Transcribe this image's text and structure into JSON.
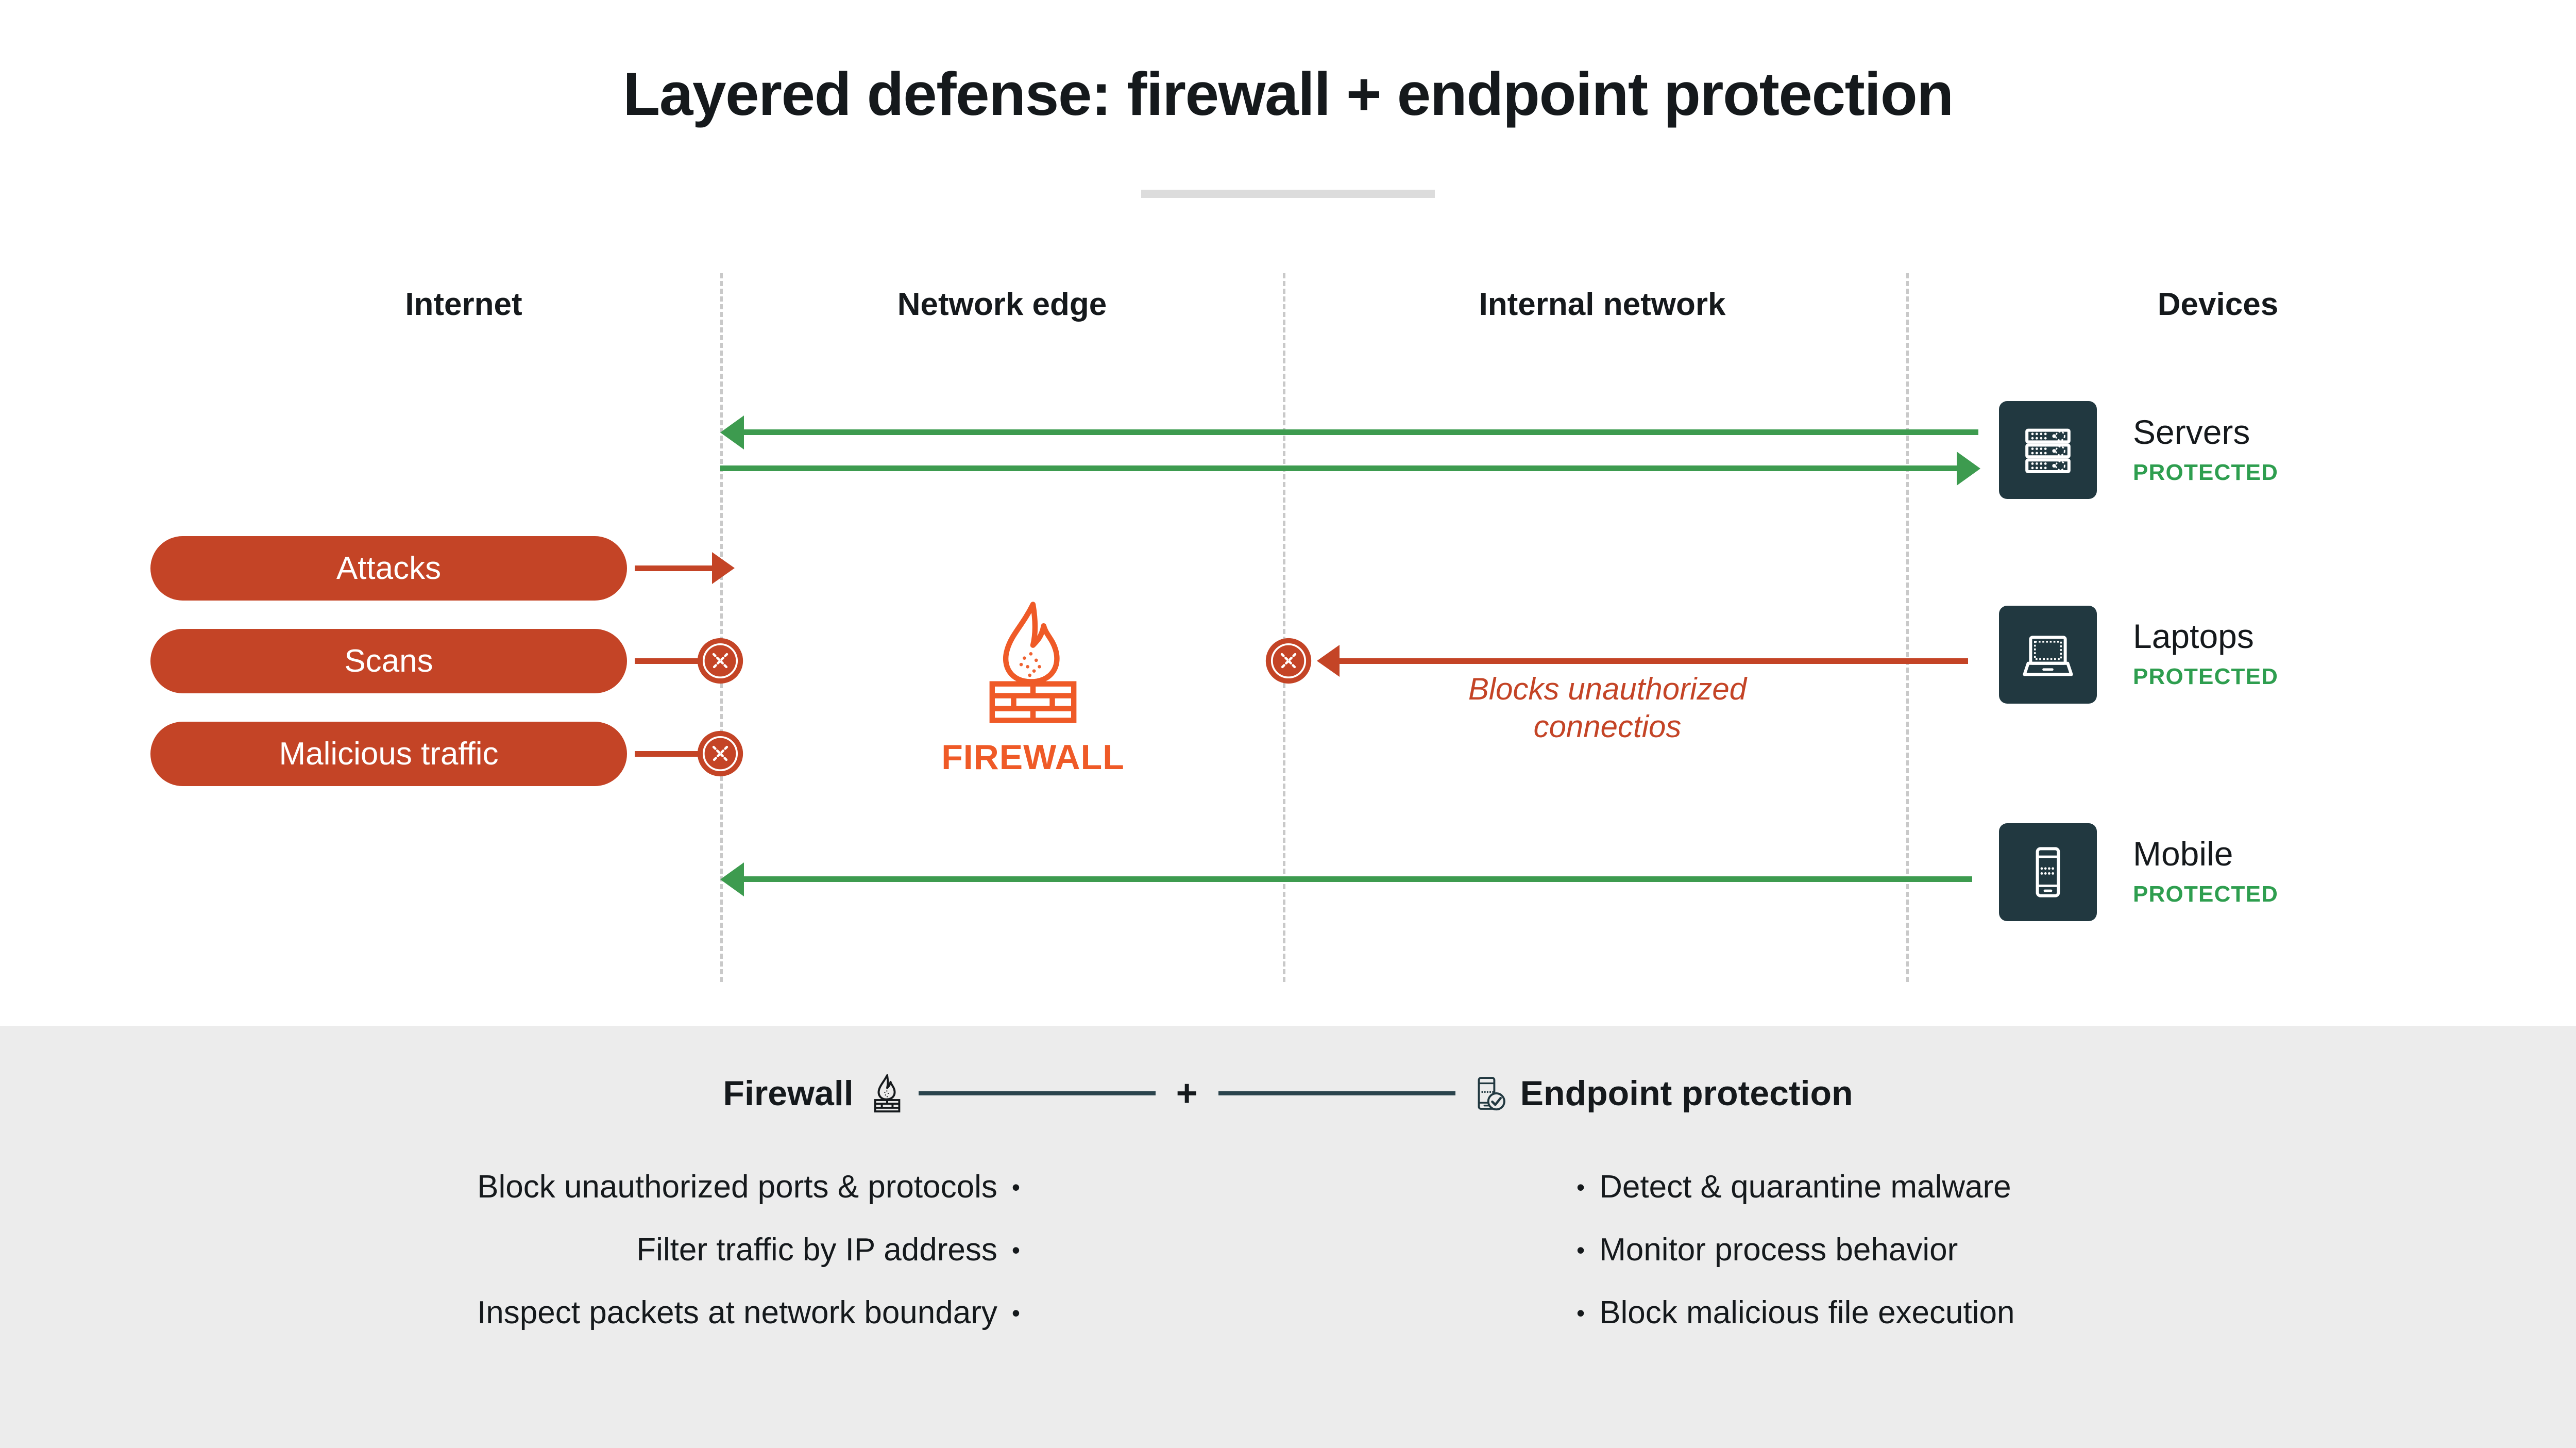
{
  "title": "Layered defense: firewall + endpoint protection",
  "columns": [
    {
      "label": "Internet"
    },
    {
      "label": "Network edge"
    },
    {
      "label": "Internal network"
    },
    {
      "label": "Devices"
    }
  ],
  "threats": [
    {
      "label": "Attacks",
      "blocked": false
    },
    {
      "label": "Scans",
      "blocked": true
    },
    {
      "label": "Malicious traffic",
      "blocked": true
    }
  ],
  "firewall": {
    "label": "FIREWALL",
    "icon": "firewall-flame-brick-icon",
    "color": "#ef5a27"
  },
  "blocked_note": {
    "line1": "Blocks unauthorized",
    "line2": "connectios",
    "color": "#c44426",
    "marker_icon": "circle-x-block-icon"
  },
  "devices": [
    {
      "name": "Servers",
      "status": "PROTECTED",
      "icon": "server-rack-icon"
    },
    {
      "name": "Laptops",
      "status": "PROTECTED",
      "icon": "laptop-icon"
    },
    {
      "name": "Mobile",
      "status": "PROTECTED",
      "icon": "mobile-phone-icon"
    }
  ],
  "flows": [
    {
      "direction": "left",
      "color": "#3d9b4f",
      "note": "allowed-inbound-to-internet"
    },
    {
      "direction": "right",
      "color": "#3d9b4f",
      "note": "allowed-outbound-to-servers"
    },
    {
      "direction": "left",
      "color": "#c44426",
      "note": "blocked-connection-from-laptops"
    },
    {
      "direction": "left",
      "color": "#3d9b4f",
      "note": "allowed-mobile-traffic"
    }
  ],
  "panel": {
    "left_title": "Firewall",
    "left_icon": "firewall-flame-brick-icon",
    "plus": "+",
    "right_title": "Endpoint protection",
    "right_icon": "device-check-shield-icon",
    "left_items": [
      "Block unauthorized ports & protocols",
      "Filter traffic by IP address",
      "Inspect packets at network boundary"
    ],
    "right_items": [
      "Detect & quarantine malware",
      "Monitor process behavior",
      "Block malicious file execution"
    ],
    "bullet": "•",
    "bg": "#ececec"
  },
  "colors": {
    "threat": "#c44426",
    "firewall": "#ef5a27",
    "allowed": "#3d9b4f",
    "protected": "#2e9e4f",
    "device_tile": "#213840",
    "divider": "#c9c9c9"
  }
}
